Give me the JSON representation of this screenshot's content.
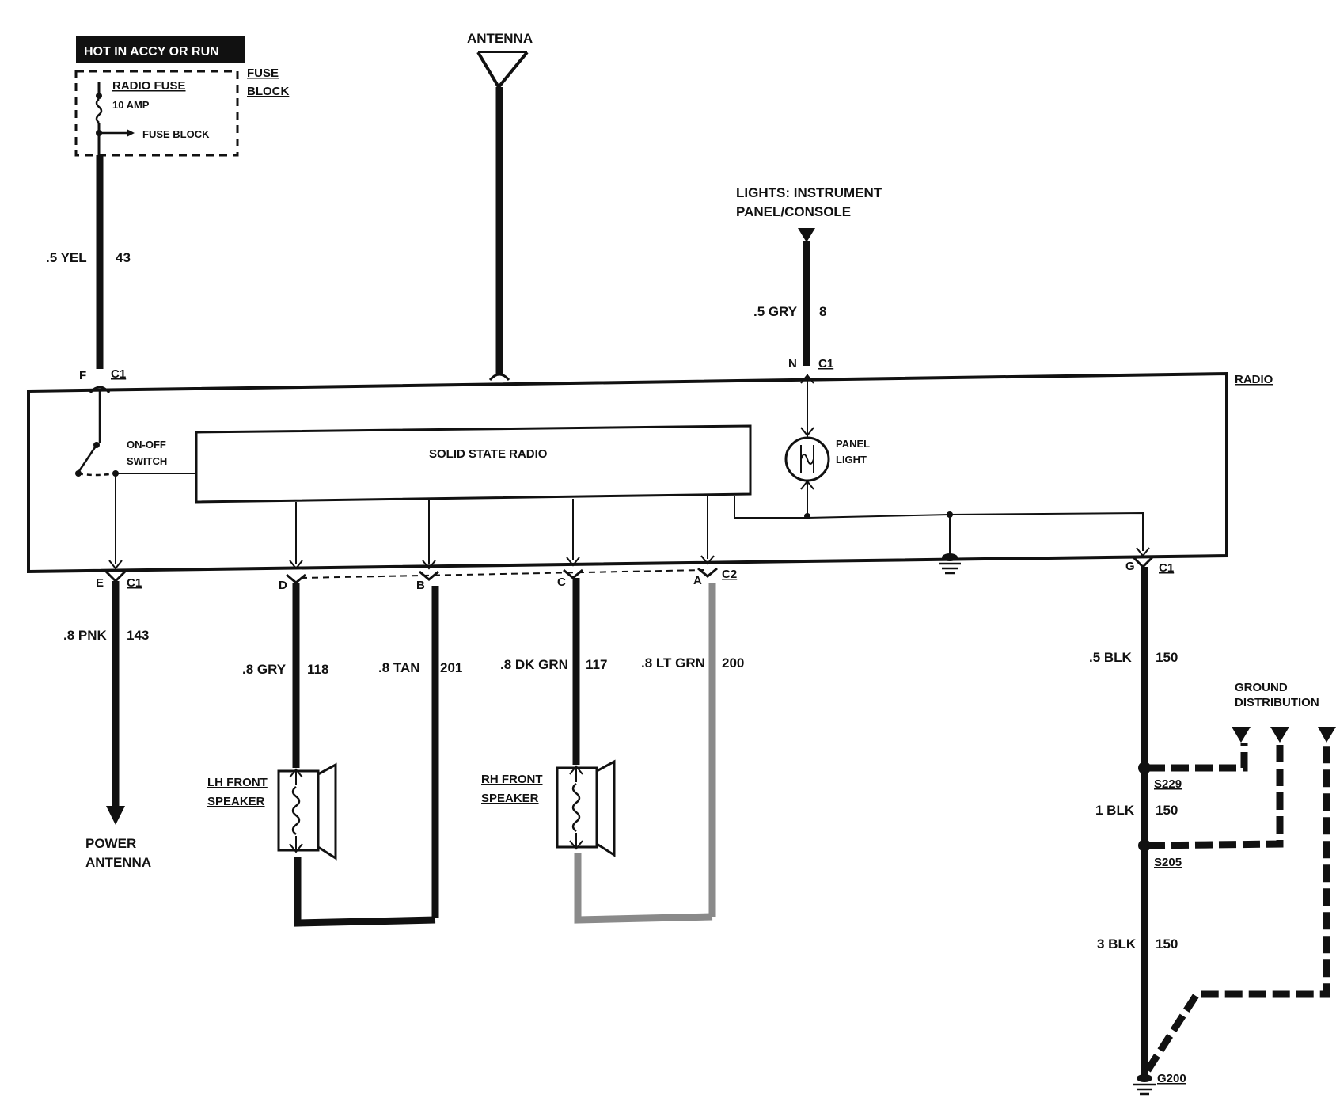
{
  "fuse_header": "HOT IN ACCY OR RUN",
  "fuse": {
    "name": "RADIO FUSE",
    "rating": "10 AMP",
    "arrow_label": "FUSE BLOCK",
    "block_label_1": "FUSE",
    "block_label_2": "BLOCK"
  },
  "antenna_label": "ANTENNA",
  "lights_label_1": "LIGHTS: INSTRUMENT",
  "lights_label_2": "PANEL/CONSOLE",
  "radio_label": "RADIO",
  "solid_state_label": "SOLID STATE RADIO",
  "switch_label_1": "ON-OFF",
  "switch_label_2": "SWITCH",
  "panel_light_1": "PANEL",
  "panel_light_2": "LIGHT",
  "wires": {
    "yel": {
      "gauge": ".5 YEL",
      "circuit": "43"
    },
    "gry_b": {
      "gauge": ".5 GRY",
      "circuit": "8"
    },
    "pnk": {
      "gauge": ".8 PNK",
      "circuit": "143"
    },
    "gry": {
      "gauge": ".8 GRY",
      "circuit": "118"
    },
    "tan": {
      "gauge": ".8 TAN",
      "circuit": "201"
    },
    "dkgrn": {
      "gauge": ".8 DK GRN",
      "circuit": "117"
    },
    "ltgrn": {
      "gauge": ".8 LT GRN",
      "circuit": "200"
    },
    "blk1": {
      "gauge": ".5 BLK",
      "circuit": "150"
    },
    "blk2": {
      "gauge": "1 BLK",
      "circuit": "150"
    },
    "blk3": {
      "gauge": "3 BLK",
      "circuit": "150"
    }
  },
  "pins": {
    "F": "F",
    "E": "E",
    "N": "N",
    "G": "G",
    "D": "D",
    "B": "B",
    "C": "C",
    "A": "A",
    "c1": "C1",
    "c2": "C2"
  },
  "power_antenna_1": "POWER",
  "power_antenna_2": "ANTENNA",
  "lh_speaker_1": "LH FRONT",
  "lh_speaker_2": "SPEAKER",
  "rh_speaker_1": "RH FRONT",
  "rh_speaker_2": "SPEAKER",
  "ground_dist_1": "GROUND",
  "ground_dist_2": "DISTRIBUTION",
  "splices": {
    "s229": "S229",
    "s205": "S205",
    "g200": "G200"
  },
  "colors": {
    "wire": "#111111",
    "ltgrn": "#8a8a8a",
    "header_bg": "#111111",
    "header_fg": "#ffffff"
  }
}
